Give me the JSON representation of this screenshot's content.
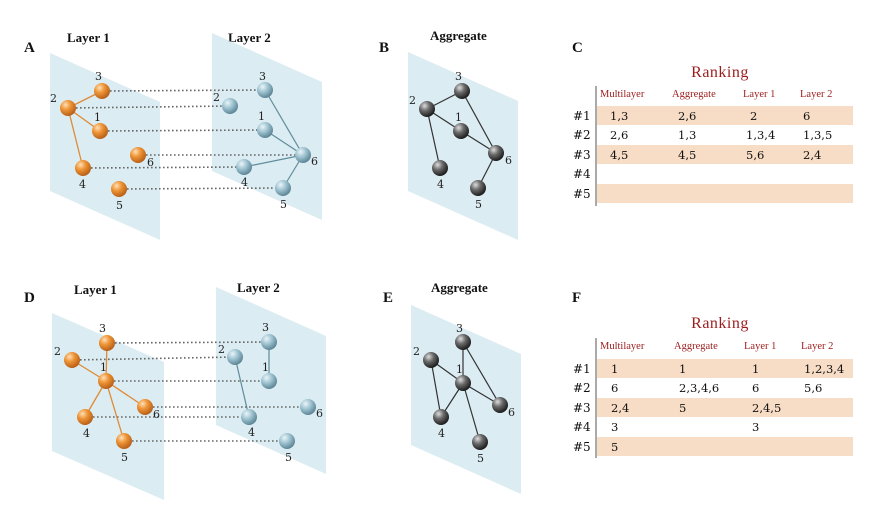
{
  "colors": {
    "plane_fill": "#cfe6ee",
    "orange_node": "#e98a2e",
    "blue_node": "#8fb6c7",
    "gray_node": "#555555",
    "orange_edge": "#e08a35",
    "blue_edge": "#5f8c9c",
    "gray_edge": "#333333",
    "interlayer_dots": "#666666",
    "ranking_title": "#9b1c1c",
    "row_highlight": "#f7dcc6"
  },
  "panels": {
    "A": {
      "label": "A",
      "layer1_title": "Layer 1",
      "layer2_title": "Layer 2"
    },
    "B": {
      "label": "B",
      "title": "Aggregate"
    },
    "C": {
      "label": "C",
      "title": "Ranking",
      "columns": [
        "Multilayer",
        "Aggregate",
        "Layer 1",
        "Layer 2"
      ],
      "rows": [
        {
          "rank": "#1",
          "cells": [
            "1,3",
            "2,6",
            "2",
            "6"
          ]
        },
        {
          "rank": "#2",
          "cells": [
            "2,6",
            "1,3",
            "1,3,4",
            "1,3,5"
          ]
        },
        {
          "rank": "#3",
          "cells": [
            "4,5",
            "4,5",
            "5,6",
            "2,4"
          ]
        },
        {
          "rank": "#4",
          "cells": [
            "",
            "",
            "",
            ""
          ]
        },
        {
          "rank": "#5",
          "cells": [
            "",
            "",
            "",
            ""
          ]
        }
      ]
    },
    "D": {
      "label": "D",
      "layer1_title": "Layer 1",
      "layer2_title": "Layer 2"
    },
    "E": {
      "label": "E",
      "title": "Aggregate"
    },
    "F": {
      "label": "F",
      "title": "Ranking",
      "columns": [
        "Multilayer",
        "Aggregate",
        "Layer 1",
        "Layer 2"
      ],
      "rows": [
        {
          "rank": "#1",
          "cells": [
            "1",
            "1",
            "1",
            "1,2,3,4"
          ]
        },
        {
          "rank": "#2",
          "cells": [
            "6",
            "2,3,4,6",
            "6",
            "5,6"
          ]
        },
        {
          "rank": "#3",
          "cells": [
            "2,4",
            "5",
            "2,4,5",
            ""
          ]
        },
        {
          "rank": "#4",
          "cells": [
            "3",
            "",
            "3",
            ""
          ]
        },
        {
          "rank": "#5",
          "cells": [
            "5",
            "",
            "",
            ""
          ]
        }
      ]
    }
  },
  "networks": {
    "A": {
      "layer1": {
        "nodes": [
          {
            "id": "3",
            "label": "3"
          },
          {
            "id": "2",
            "label": "2"
          },
          {
            "id": "1",
            "label": "1"
          },
          {
            "id": "6",
            "label": "6"
          },
          {
            "id": "4",
            "label": "4"
          },
          {
            "id": "5",
            "label": "5"
          }
        ],
        "edges": [
          [
            "2",
            "3"
          ],
          [
            "2",
            "1"
          ],
          [
            "2",
            "4"
          ]
        ]
      },
      "layer2": {
        "nodes": [
          {
            "id": "3",
            "label": "3"
          },
          {
            "id": "2",
            "label": "2"
          },
          {
            "id": "1",
            "label": "1"
          },
          {
            "id": "6",
            "label": "6"
          },
          {
            "id": "4",
            "label": "4"
          },
          {
            "id": "5",
            "label": "5"
          }
        ],
        "edges": [
          [
            "3",
            "6"
          ],
          [
            "1",
            "6"
          ],
          [
            "4",
            "6"
          ],
          [
            "5",
            "6"
          ]
        ]
      }
    },
    "B": {
      "nodes": [
        {
          "id": "3",
          "label": "3"
        },
        {
          "id": "2",
          "label": "2"
        },
        {
          "id": "1",
          "label": "1"
        },
        {
          "id": "6",
          "label": "6"
        },
        {
          "id": "4",
          "label": "4"
        },
        {
          "id": "5",
          "label": "5"
        }
      ],
      "edges": [
        [
          "2",
          "3"
        ],
        [
          "2",
          "1"
        ],
        [
          "2",
          "4"
        ],
        [
          "3",
          "6"
        ],
        [
          "1",
          "6"
        ],
        [
          "6",
          "5"
        ]
      ]
    },
    "D": {
      "layer1": {
        "nodes": [
          {
            "id": "3",
            "label": "3"
          },
          {
            "id": "2",
            "label": "2"
          },
          {
            "id": "1",
            "label": "1"
          },
          {
            "id": "6",
            "label": "6"
          },
          {
            "id": "4",
            "label": "4"
          },
          {
            "id": "5",
            "label": "5"
          }
        ],
        "edges": [
          [
            "1",
            "3"
          ],
          [
            "1",
            "2"
          ],
          [
            "1",
            "6"
          ],
          [
            "1",
            "4"
          ],
          [
            "1",
            "5"
          ]
        ]
      },
      "layer2": {
        "nodes": [
          {
            "id": "3",
            "label": "3"
          },
          {
            "id": "2",
            "label": "2"
          },
          {
            "id": "1",
            "label": "1"
          },
          {
            "id": "4",
            "label": "4"
          },
          {
            "id": "6",
            "label": "6"
          },
          {
            "id": "5",
            "label": "5"
          }
        ],
        "edges": [
          [
            "2",
            "4"
          ],
          [
            "3",
            "1"
          ]
        ]
      }
    },
    "E": {
      "nodes": [
        {
          "id": "3",
          "label": "3"
        },
        {
          "id": "2",
          "label": "2"
        },
        {
          "id": "1",
          "label": "1"
        },
        {
          "id": "6",
          "label": "6"
        },
        {
          "id": "4",
          "label": "4"
        },
        {
          "id": "5",
          "label": "5"
        }
      ],
      "edges": [
        [
          "1",
          "3"
        ],
        [
          "1",
          "2"
        ],
        [
          "1",
          "6"
        ],
        [
          "1",
          "4"
        ],
        [
          "1",
          "5"
        ],
        [
          "2",
          "4"
        ],
        [
          "3",
          "6"
        ]
      ]
    }
  }
}
